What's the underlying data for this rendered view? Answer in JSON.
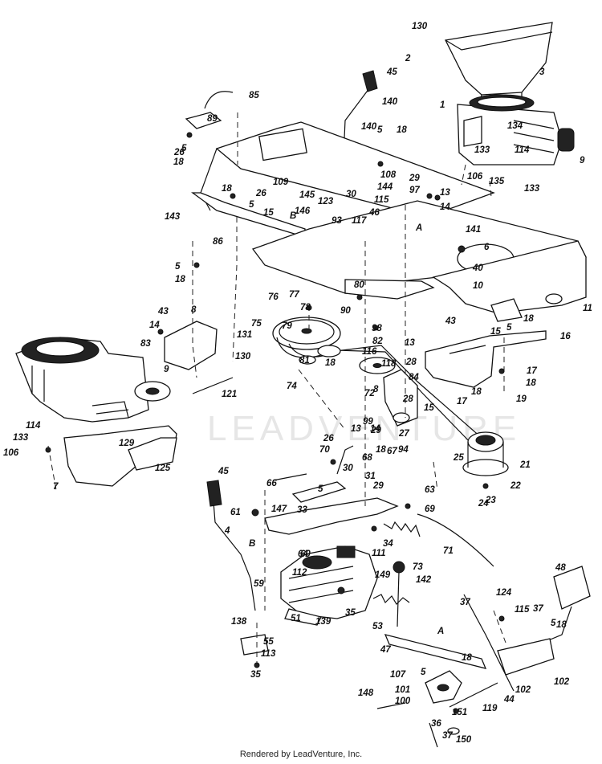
{
  "watermark": "LEADVENTURE",
  "footer": "Rendered by LeadVenture, Inc.",
  "labels": [
    {
      "t": "130"
    },
    {
      "t": "2"
    },
    {
      "t": "3"
    },
    {
      "t": "45"
    },
    {
      "t": "85"
    },
    {
      "t": "140"
    },
    {
      "t": "1"
    },
    {
      "t": "89"
    },
    {
      "t": "5"
    },
    {
      "t": "18"
    },
    {
      "t": "140"
    },
    {
      "t": "5"
    },
    {
      "t": "18"
    },
    {
      "t": "134"
    },
    {
      "t": "133"
    },
    {
      "t": "114"
    },
    {
      "t": "9"
    },
    {
      "t": "26"
    },
    {
      "t": "108"
    },
    {
      "t": "106"
    },
    {
      "t": "135"
    },
    {
      "t": "133"
    },
    {
      "t": "29"
    },
    {
      "t": "97"
    },
    {
      "t": "109"
    },
    {
      "t": "144"
    },
    {
      "t": "26"
    },
    {
      "t": "145"
    },
    {
      "t": "30"
    },
    {
      "t": "115"
    },
    {
      "t": "13"
    },
    {
      "t": "14"
    },
    {
      "t": "18"
    },
    {
      "t": "5"
    },
    {
      "t": "123"
    },
    {
      "t": "146"
    },
    {
      "t": "46"
    },
    {
      "t": "143"
    },
    {
      "t": "15"
    },
    {
      "t": "B"
    },
    {
      "t": "93"
    },
    {
      "t": "117"
    },
    {
      "t": "141"
    },
    {
      "t": "A"
    },
    {
      "t": "6"
    },
    {
      "t": "86"
    },
    {
      "t": "40"
    },
    {
      "t": "5"
    },
    {
      "t": "18"
    },
    {
      "t": "80"
    },
    {
      "t": "10"
    },
    {
      "t": "77"
    },
    {
      "t": "76"
    },
    {
      "t": "78"
    },
    {
      "t": "90"
    },
    {
      "t": "11"
    },
    {
      "t": "43"
    },
    {
      "t": "8"
    },
    {
      "t": "14"
    },
    {
      "t": "75"
    },
    {
      "t": "79"
    },
    {
      "t": "98"
    },
    {
      "t": "43"
    },
    {
      "t": "15"
    },
    {
      "t": "5"
    },
    {
      "t": "18"
    },
    {
      "t": "131"
    },
    {
      "t": "82"
    },
    {
      "t": "13"
    },
    {
      "t": "16"
    },
    {
      "t": "83"
    },
    {
      "t": "116"
    },
    {
      "t": "28"
    },
    {
      "t": "81"
    },
    {
      "t": "18"
    },
    {
      "t": "118"
    },
    {
      "t": "130"
    },
    {
      "t": "9"
    },
    {
      "t": "17"
    },
    {
      "t": "84"
    },
    {
      "t": "18"
    },
    {
      "t": "74"
    },
    {
      "t": "72"
    },
    {
      "t": "8"
    },
    {
      "t": "121"
    },
    {
      "t": "28"
    },
    {
      "t": "17"
    },
    {
      "t": "18"
    },
    {
      "t": "19"
    },
    {
      "t": "99"
    },
    {
      "t": "15"
    },
    {
      "t": "114"
    },
    {
      "t": "13"
    },
    {
      "t": "14"
    },
    {
      "t": "29"
    },
    {
      "t": "27"
    },
    {
      "t": "133"
    },
    {
      "t": "129"
    },
    {
      "t": "26"
    },
    {
      "t": "106"
    },
    {
      "t": "70"
    },
    {
      "t": "18"
    },
    {
      "t": "94"
    },
    {
      "t": "67"
    },
    {
      "t": "25"
    },
    {
      "t": "68"
    },
    {
      "t": "21"
    },
    {
      "t": "125"
    },
    {
      "t": "7"
    },
    {
      "t": "30"
    },
    {
      "t": "31"
    },
    {
      "t": "45"
    },
    {
      "t": "22"
    },
    {
      "t": "66"
    },
    {
      "t": "29"
    },
    {
      "t": "24"
    },
    {
      "t": "23"
    },
    {
      "t": "5"
    },
    {
      "t": "63"
    },
    {
      "t": "69"
    },
    {
      "t": "147"
    },
    {
      "t": "33"
    },
    {
      "t": "61"
    },
    {
      "t": "4"
    },
    {
      "t": "B"
    },
    {
      "t": "64"
    },
    {
      "t": "34"
    },
    {
      "t": "71"
    },
    {
      "t": "111"
    },
    {
      "t": "60"
    },
    {
      "t": "48"
    },
    {
      "t": "73"
    },
    {
      "t": "112"
    },
    {
      "t": "149"
    },
    {
      "t": "142"
    },
    {
      "t": "59"
    },
    {
      "t": "124"
    },
    {
      "t": "37"
    },
    {
      "t": "51"
    },
    {
      "t": "35"
    },
    {
      "t": "138"
    },
    {
      "t": "139"
    },
    {
      "t": "53"
    },
    {
      "t": "115"
    },
    {
      "t": "37"
    },
    {
      "t": "A"
    },
    {
      "t": "5"
    },
    {
      "t": "18"
    },
    {
      "t": "55"
    },
    {
      "t": "47"
    },
    {
      "t": "113"
    },
    {
      "t": "18"
    },
    {
      "t": "5"
    },
    {
      "t": "35"
    },
    {
      "t": "107"
    },
    {
      "t": "102"
    },
    {
      "t": "148"
    },
    {
      "t": "102"
    },
    {
      "t": "101"
    },
    {
      "t": "100"
    },
    {
      "t": "44"
    },
    {
      "t": "119"
    },
    {
      "t": "36"
    },
    {
      "t": "151"
    },
    {
      "t": "37"
    },
    {
      "t": "150"
    }
  ]
}
